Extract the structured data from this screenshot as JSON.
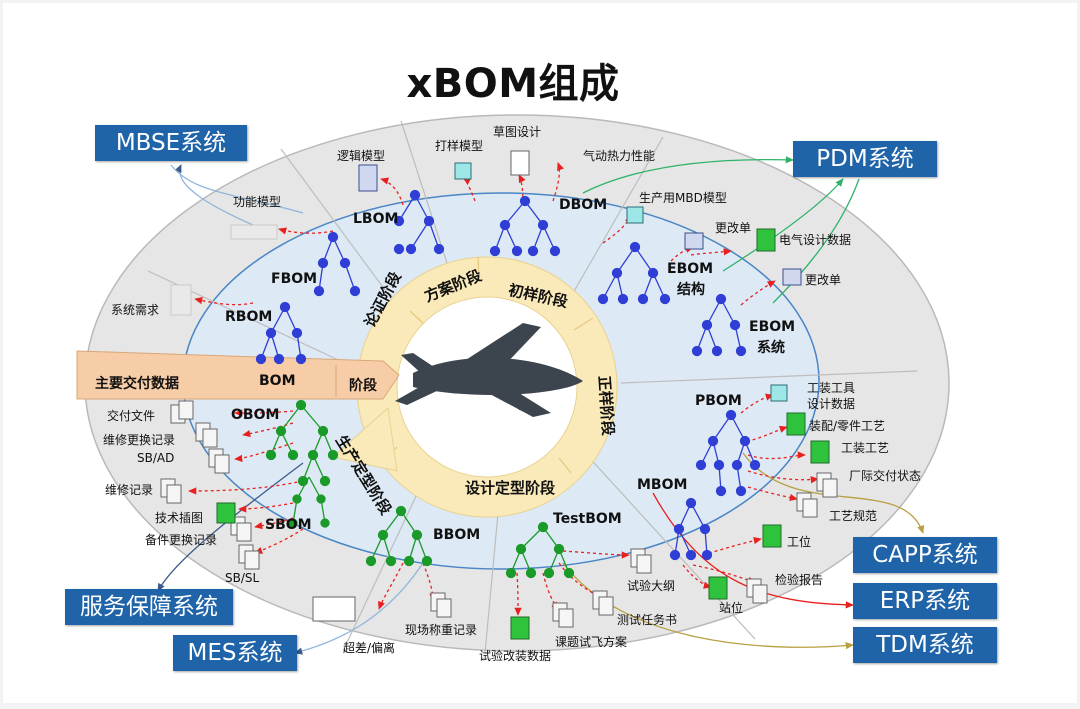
{
  "title": "xBOM组成",
  "systems": {
    "mbse": "MBSE系统",
    "pdm": "PDM系统",
    "capp": "CAPP系统",
    "erp": "ERP系统",
    "tdm": "TDM系统",
    "service": "服务保障系统",
    "mes": "MES系统"
  },
  "phases": {
    "argument": "论证阶段",
    "scheme": "方案阶段",
    "prototype": "初样阶段",
    "formal": "正样阶段",
    "design_final": "设计定型阶段",
    "production_final": "生产定型阶段"
  },
  "legend": {
    "deliverables": "主要交付数据",
    "bom": "BOM",
    "stage": "阶段"
  },
  "boms": {
    "lbom": "LBOM",
    "fbom": "FBOM",
    "rbom": "RBOM",
    "dbom": "DBOM",
    "ebom_structure": [
      "EBOM",
      "结构"
    ],
    "ebom_system": [
      "EBOM",
      "系统"
    ],
    "pbom": "PBOM",
    "mbom": "MBOM",
    "testbom": "TestBOM",
    "bbom": "BBOM",
    "sbom": "SBOM",
    "obom": "OBOM"
  },
  "data_items": {
    "logic_model": "逻辑模型",
    "function_model": "功能模型",
    "system_req": "系统需求",
    "sample_model": "打样模型",
    "sketch_design": "草图设计",
    "aero_performance": "气动热力性能",
    "mbd_model": "生产用MBD模型",
    "change_order_1": "更改单",
    "electric_design": "电气设计数据",
    "change_order_2": "更改单",
    "tooling": [
      "工装工具",
      "设计数据"
    ],
    "assembly_process": "装配/零件工艺",
    "tooling_process": "工装工艺",
    "factory_status": "厂际交付状态",
    "process_spec": "工艺规范",
    "station_1": "工位",
    "inspection_report": "检验报告",
    "station_2": "站位",
    "test_outline": "试验大纲",
    "test_task": "测试任务书",
    "flight_plan": "课题试飞方案",
    "test_mod_data": "试验改装数据",
    "weighing_record": "现场称重记录",
    "deviation": "超差/偏离",
    "delivery_docs": "交付文件",
    "maint_replace": "维修更换记录",
    "sbad": "SB/AD",
    "maint_record": "维修记录",
    "tech_illus": "技术插图",
    "spare_replace": "备件更换记录",
    "sbsl": "SB/SL"
  },
  "colors": {
    "system_box": "#1f63a8",
    "outer_ellipse": "#e6e6e6",
    "inner_ellipse": "#dde9f5",
    "phase_ring": "#fbeab9",
    "legend_band": "#f7cda7",
    "node_blue": "#2f3fd6",
    "node_green": "#1a9a28",
    "arrow_red": "#e8201e"
  }
}
